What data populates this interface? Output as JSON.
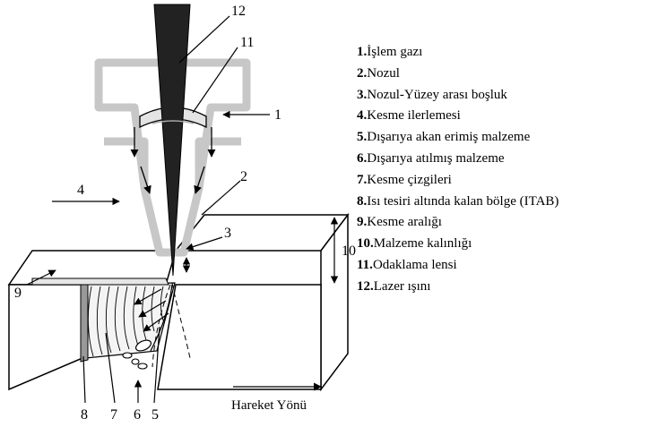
{
  "diagram": {
    "callouts": [
      "12",
      "11",
      "1",
      "2",
      "4",
      "3",
      "10",
      "9",
      "8",
      "7",
      "6",
      "5"
    ],
    "direction_label": "Hareket Yönü"
  },
  "legend": [
    {
      "num": "1.",
      "text": "İşlem gazı"
    },
    {
      "num": "2.",
      "text": "Nozul"
    },
    {
      "num": "3.",
      "text": "Nozul-Yüzey arası boşluk"
    },
    {
      "num": "4.",
      "text": "Kesme ilerlemesi"
    },
    {
      "num": "5.",
      "text": "Dışarıya akan erimiş malzeme"
    },
    {
      "num": "6.",
      "text": "Dışarıya atılmış malzeme"
    },
    {
      "num": "7.",
      "text": "Kesme çizgileri"
    },
    {
      "num": "8.",
      "text": "Isı tesiri altında kalan bölge (ITAB)"
    },
    {
      "num": "9.",
      "text": "Kesme aralığı"
    },
    {
      "num": "10.",
      "text": "Malzeme kalınlığı"
    },
    {
      "num": "11.",
      "text": "Odaklama lensi"
    },
    {
      "num": "12.",
      "text": "Lazer ışını"
    }
  ]
}
